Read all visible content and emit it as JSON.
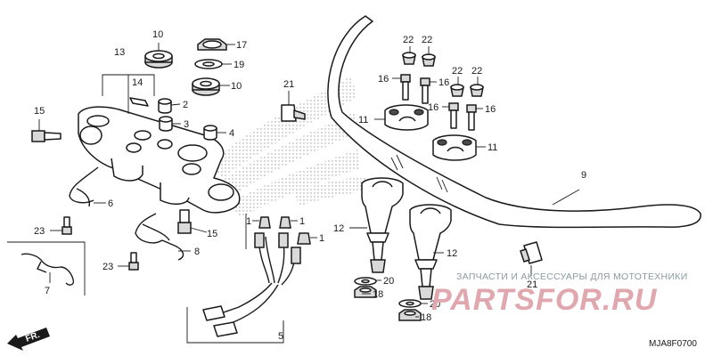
{
  "callouts": {
    "c1a": "1",
    "c1b": "1",
    "c1c": "1",
    "c2": "2",
    "c3": "3",
    "c4": "4",
    "c5": "5",
    "c6": "6",
    "c7": "7",
    "c8": "8",
    "c9": "9",
    "c10a": "10",
    "c10b": "10",
    "c11a": "11",
    "c11b": "11",
    "c12a": "12",
    "c12b": "12",
    "c13": "13",
    "c14": "14",
    "c15a": "15",
    "c15b": "15",
    "c16a": "16",
    "c16b": "16",
    "c16c": "16",
    "c16d": "16",
    "c17": "17",
    "c18a": "18",
    "c18b": "18",
    "c19": "19",
    "c20a": "20",
    "c20b": "20",
    "c21a": "21",
    "c21b": "21",
    "c22a": "22",
    "c22b": "22",
    "c22c": "22",
    "c22d": "22",
    "c23a": "23",
    "c23b": "23"
  },
  "front_arrow_label": "FR.",
  "diagram_code": "MJA8F0700",
  "watermark": {
    "tagline": "ЗАПЧАСТИ И АКСЕССУАРЫ ДЛЯ МОТОТЕХНИКИ",
    "logo": "PARTSFOR.RU"
  },
  "colors": {
    "line": "#1a1a1a",
    "watermark_red": "#e0a8ae",
    "watermark_gray": "#8a9aa0"
  }
}
